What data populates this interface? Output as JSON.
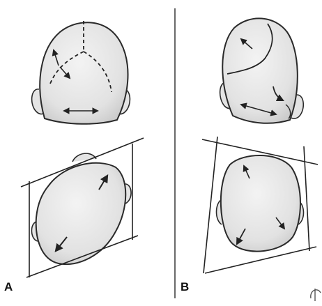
{
  "panels": [
    {
      "label": "A",
      "description_name": "panel-a"
    },
    {
      "label": "B",
      "description_name": "panel-b"
    }
  ],
  "colors": {
    "outline": "#2a2a2a",
    "head_fill": "#e8e8e8",
    "head_shade": "#cfcfcf",
    "divider": "#444444"
  }
}
